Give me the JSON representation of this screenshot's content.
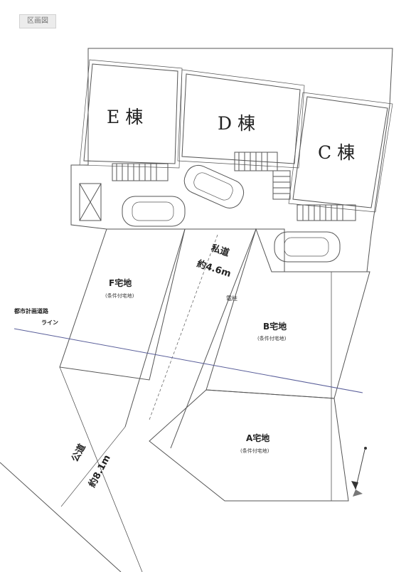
{
  "header_tag": "区画図",
  "buildings": {
    "e": "E 棟",
    "d": "D 棟",
    "c": "C 棟"
  },
  "lots": {
    "f": {
      "label": "F宅地",
      "condition": "(条件付宅地)"
    },
    "b": {
      "label": "B宅地",
      "condition": "(条件付宅地)"
    },
    "a": {
      "label": "A宅地",
      "condition": "(条件付宅地)"
    }
  },
  "private_road": {
    "label": "私道",
    "width": "約4.6m"
  },
  "public_road": {
    "label": "公道",
    "width": "約8.1m"
  },
  "city_plan_line": {
    "line1": "都市計画道路",
    "line2": "ライン"
  },
  "pole_label": "電柱",
  "colors": {
    "line": "#555555",
    "city_plan_line": "#5a5f9a",
    "tag_bg": "#ececec"
  }
}
